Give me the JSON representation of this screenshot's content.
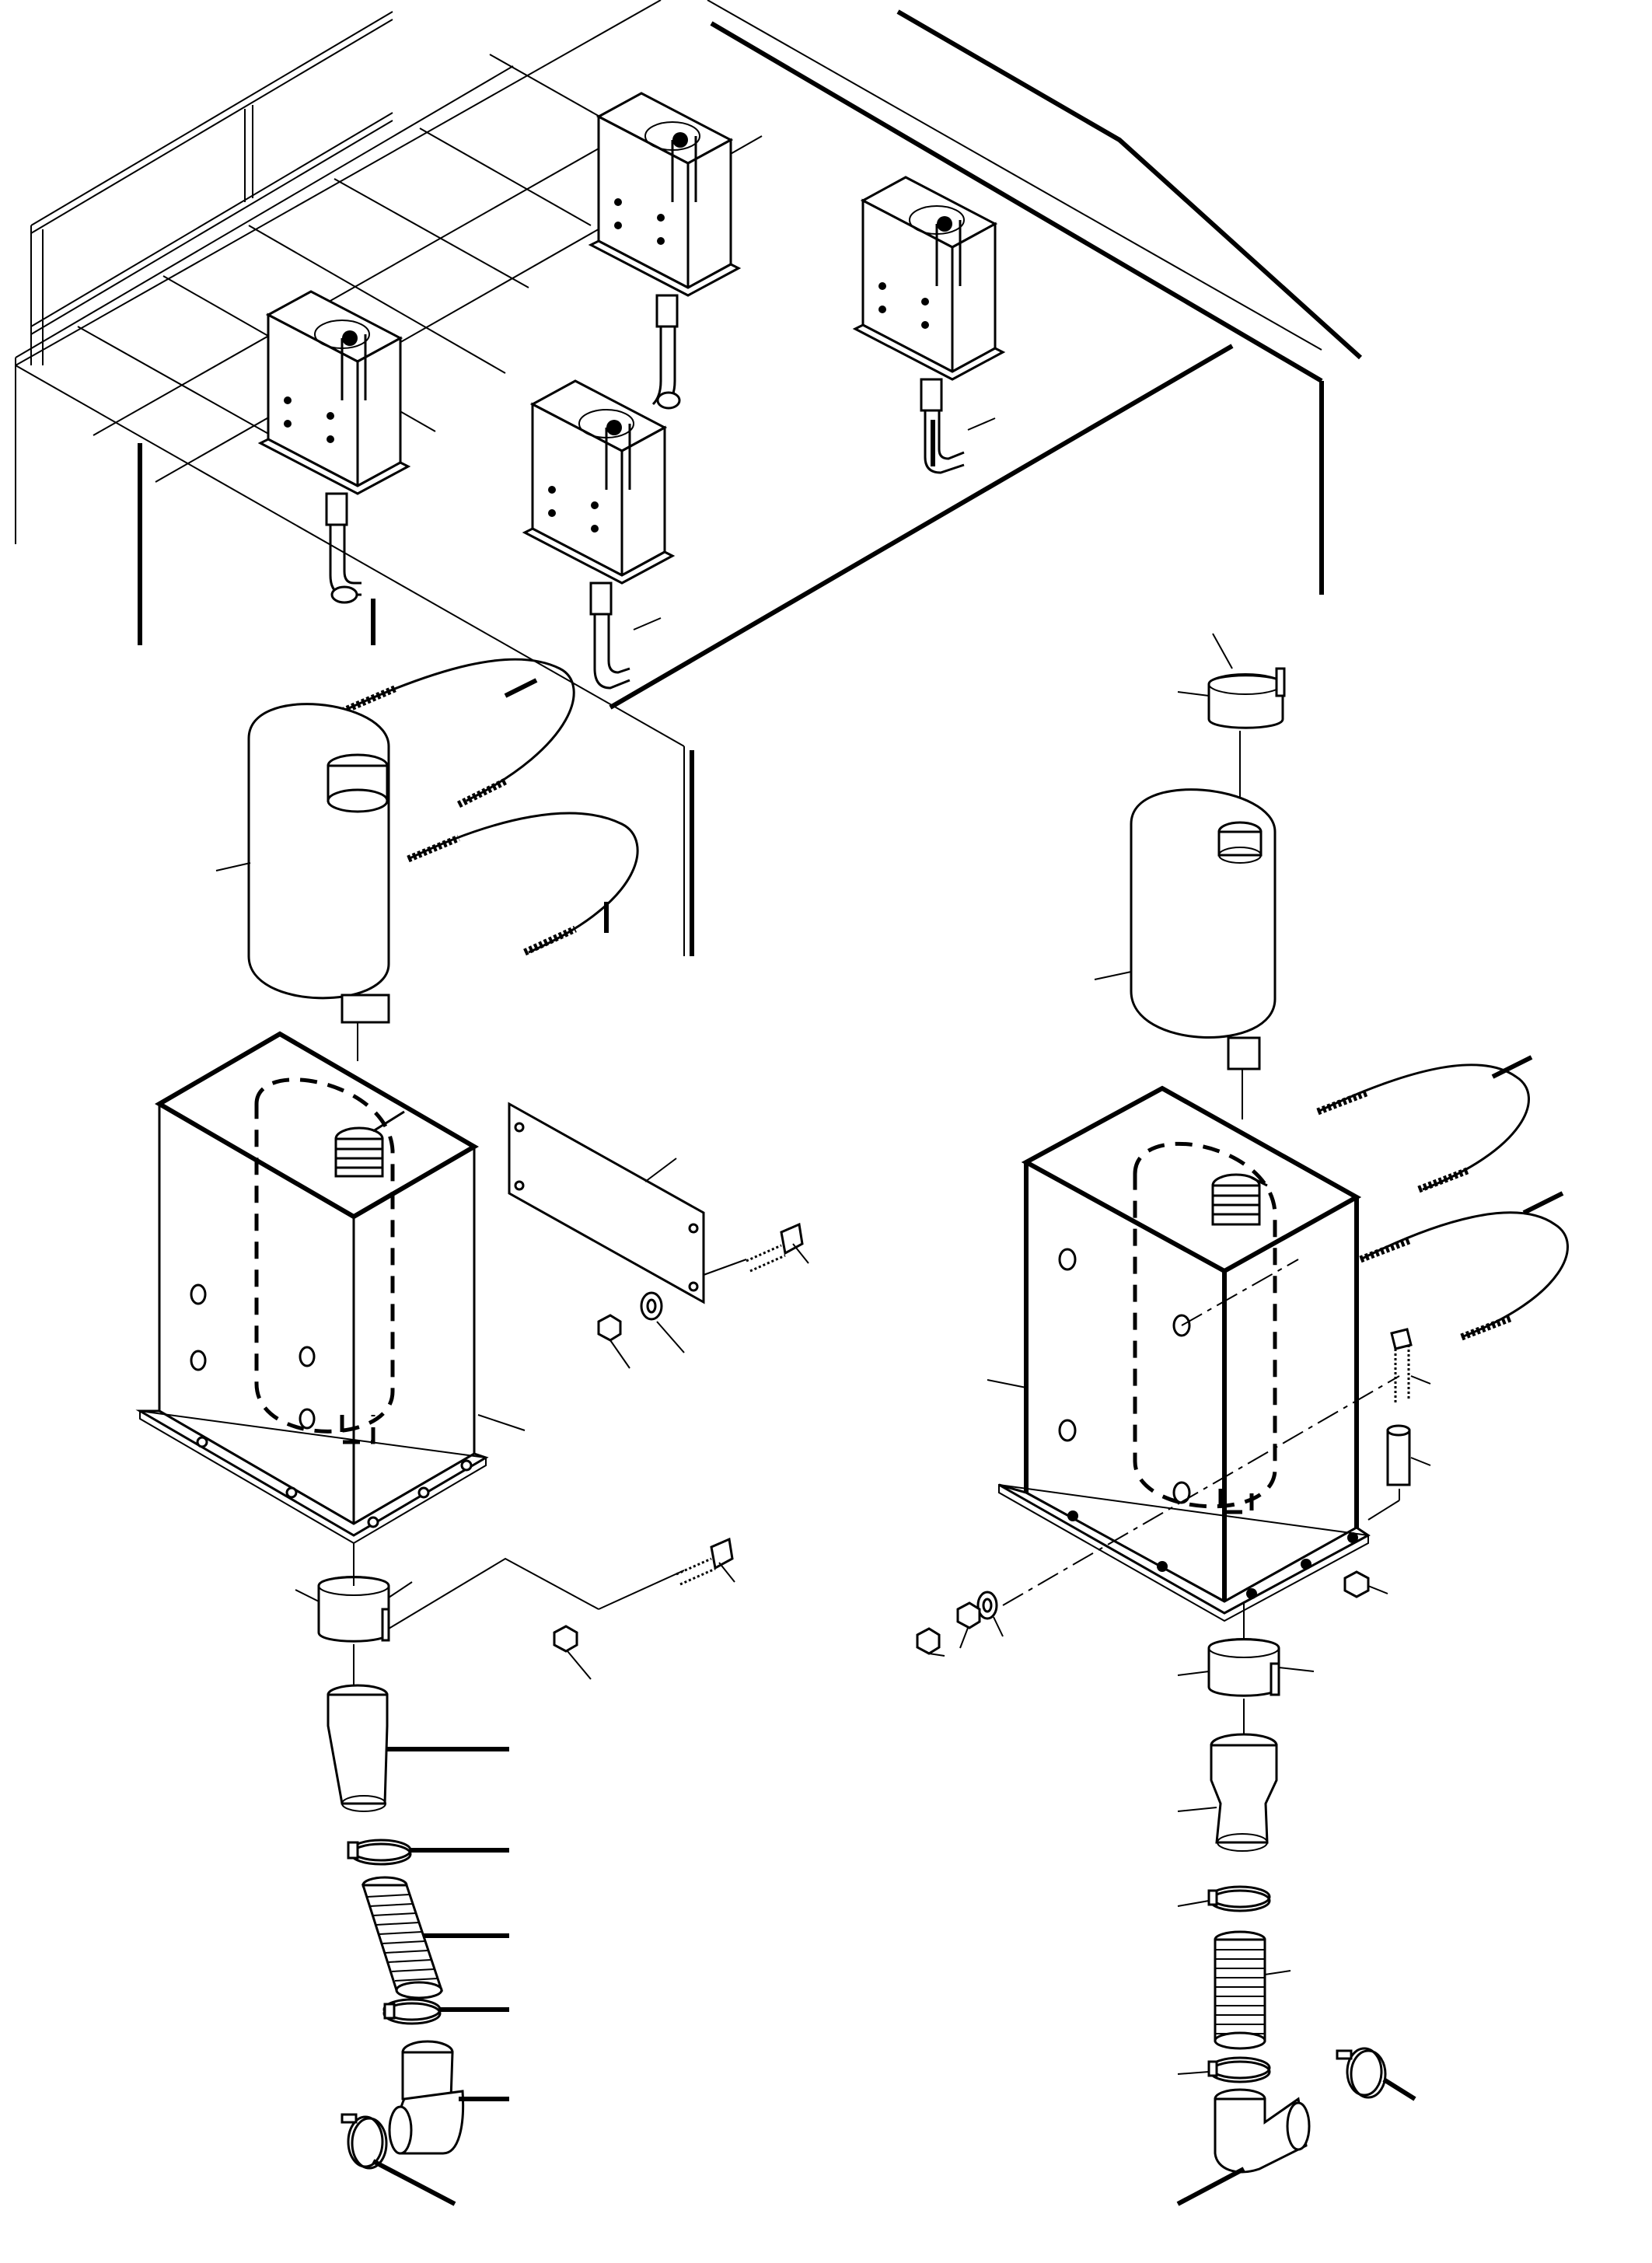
{
  "drawing": {
    "type": "exploded parts diagram (isometric line art)",
    "colors": {
      "line": "#000000",
      "background": "#ffffff"
    },
    "views": [
      {
        "id": "overview",
        "description_icon": "installation-overview"
      },
      {
        "id": "left-assembly",
        "description_icon": "exploded-assembly-left"
      },
      {
        "id": "right-assembly",
        "description_icon": "exploded-assembly-right"
      }
    ]
  }
}
